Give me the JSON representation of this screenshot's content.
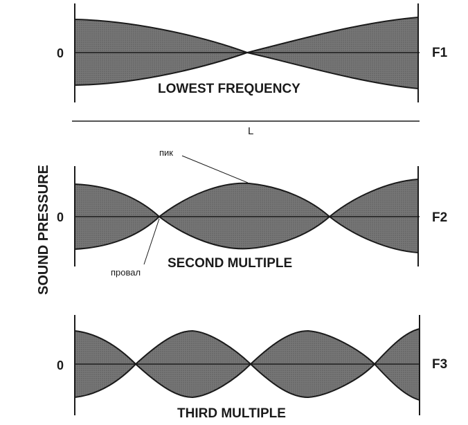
{
  "axis_label": "SOUND PRESSURE",
  "length_label": "L",
  "colors": {
    "fill": "#7a7a7a",
    "stroke": "#1a1a1a",
    "background": "#ffffff"
  },
  "panels": [
    {
      "zero": "0",
      "freq": "F1",
      "caption": "LOWEST FREQUENCY"
    },
    {
      "zero": "0",
      "freq": "F2",
      "caption": "SECOND MULTIPLE"
    },
    {
      "zero": "0",
      "freq": "F3",
      "caption": "THIRD MULTIPLE"
    }
  ],
  "annotations": {
    "peak": "пик",
    "trough": "провал"
  }
}
